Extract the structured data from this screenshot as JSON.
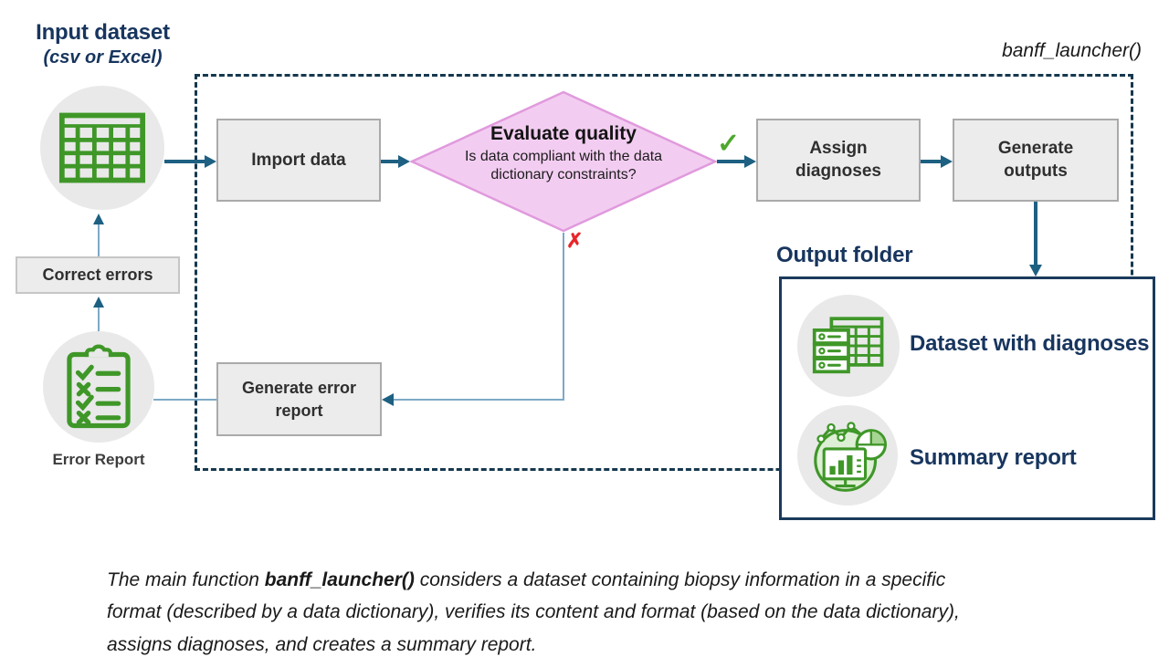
{
  "header": {
    "function_label": "banff_launcher()"
  },
  "input": {
    "title": "Input dataset",
    "subtitle": "(csv or Excel)",
    "icon": "spreadsheet-table-icon"
  },
  "nodes": {
    "import_data": "Import data",
    "decision_title": "Evaluate quality",
    "decision_question": "Is data compliant with the data dictionary constraints?",
    "assign_diagnoses": "Assign diagnoses",
    "generate_outputs": "Generate outputs",
    "correct_errors": "Correct errors",
    "generate_error_report": "Generate error report",
    "error_report_label": "Error Report"
  },
  "decision": {
    "yes_mark": "✓",
    "no_mark": "✗"
  },
  "output_folder": {
    "title": "Output folder",
    "items": [
      {
        "label": "Dataset with diagnoses",
        "icon": "dataset-table-icon"
      },
      {
        "label": "Summary report",
        "icon": "analytics-report-icon"
      }
    ]
  },
  "caption": {
    "prefix": "The main function ",
    "bold": "banff_launcher()",
    "suffix": " considers a dataset containing biopsy information in a specific format (described by a data dictionary), verifies its content and format (based on the data dictionary), assigns diagnoses, and creates a summary report."
  },
  "colors": {
    "navy_text": "#17355e",
    "boundary_navy": "#16384e",
    "arrow_teal": "#1d6082",
    "feedback_blue": "#7ea9c6",
    "icon_green": "#3f9728",
    "diamond_fill": "#f3cdf1",
    "diamond_stroke": "#e09add",
    "yes_green": "#4ea72e",
    "no_red": "#e8262a",
    "box_fill": "#ececec",
    "box_border": "#aaaaaa",
    "circle_gray": "#e9e9e9"
  }
}
